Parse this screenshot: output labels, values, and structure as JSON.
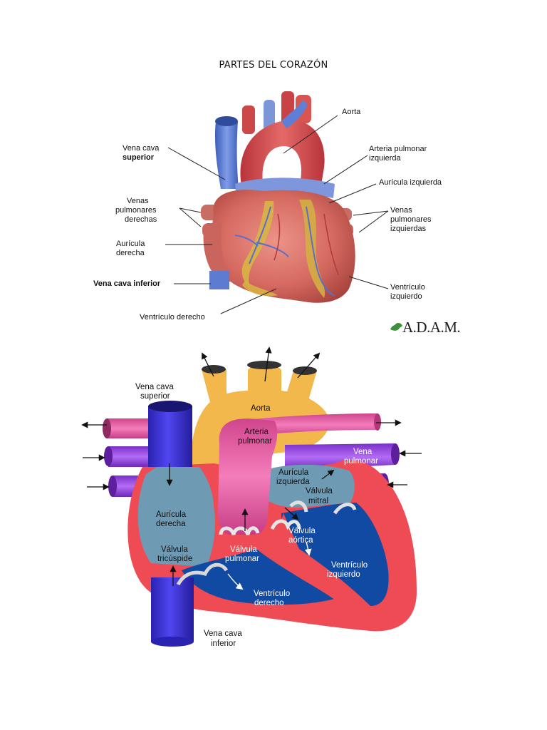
{
  "document": {
    "title": "PARTES DEL CORAZÓN"
  },
  "figure1": {
    "labels": {
      "aorta": "Aorta",
      "vena_cava_sup_1": "Vena cava",
      "vena_cava_sup_2": "superior",
      "arteria_pulm_1": "Arteria pulmonar",
      "arteria_pulm_2": "izquierda",
      "auricula_izq": "Aurícula izquierda",
      "venas_der_1": "Venas",
      "venas_der_2": "pulmonares",
      "venas_der_3": "derechas",
      "venas_izq_1": "Venas",
      "venas_izq_2": "pulmonares",
      "venas_izq_3": "izquierdas",
      "auricula_der_1": "Aurícula",
      "auricula_der_2": "derecha",
      "vena_cava_inf": "Vena cava inferior",
      "ventriculo_izq_1": "Ventrículo",
      "ventriculo_izq_2": "izquierdo",
      "ventriculo_der": "Ventrículo derecho"
    },
    "logo": "A.D.A.M."
  },
  "figure2": {
    "labels": {
      "vena_cava_sup_1": "Vena cava",
      "vena_cava_sup_2": "superior",
      "aorta": "Aorta",
      "arteria_pulm_1": "Arteria",
      "arteria_pulm_2": "pulmonar",
      "vena_pulm_1": "Vena",
      "vena_pulm_2": "pulmonar",
      "auricula_izq_1": "Aurícula",
      "auricula_izq_2": "izquierda",
      "valvula_mitral_1": "Válvula",
      "valvula_mitral_2": "mitral",
      "auricula_der_1": "Aurícula",
      "auricula_der_2": "derecha",
      "valvula_aortica_1": "Válvula",
      "valvula_aortica_2": "aórtica",
      "valvula_tric_1": "Válvula",
      "valvula_tric_2": "tricúspide",
      "valvula_pulm_1": "Válvula",
      "valvula_pulm_2": "pulmonar",
      "ventriculo_izq_1": "Ventrículo",
      "ventriculo_izq_2": "izquierdo",
      "ventriculo_der_1": "Ventrículo",
      "ventriculo_der_2": "derecho",
      "vena_cava_inf_1": "Vena cava",
      "vena_cava_inf_2": "inferior"
    }
  },
  "colors": {
    "vein_blue": "#5b7fd8",
    "artery_red": "#d8484a",
    "muscle": "#d9736a",
    "fat": "#d8b545",
    "diag_blue": "#3a2fd8",
    "diag_orange": "#f2b84c",
    "diag_pink": "#ec6fb0",
    "diag_purple": "#9b4fe6",
    "diag_red": "#ee4b55",
    "diag_chamber_light": "#6f9ab3",
    "diag_chamber_dark": "#114aa2"
  }
}
